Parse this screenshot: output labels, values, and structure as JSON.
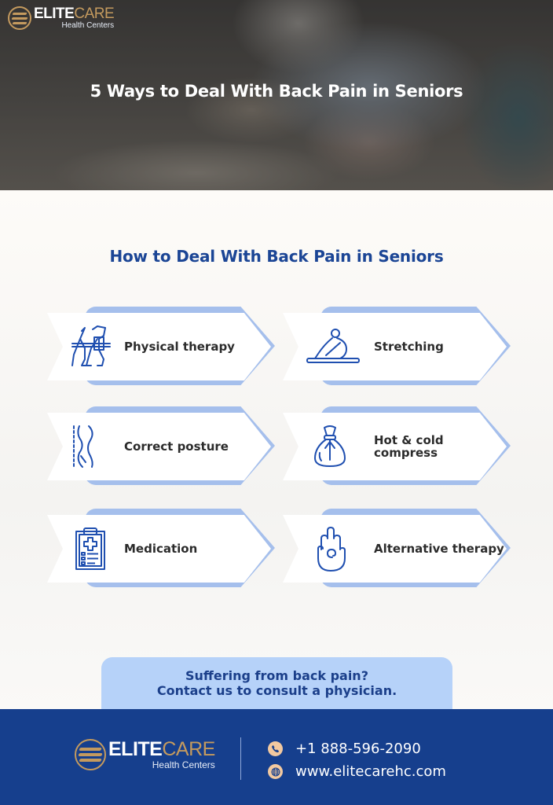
{
  "brand": {
    "name_part1": "ELITE",
    "name_part2": "CARE",
    "tagline": "Health Centers",
    "colors": {
      "gold": "#c49a5e",
      "navy": "#163f8d",
      "title_blue": "#1b4595",
      "card_back": "#a5bfec",
      "cta_bg": "#b6d2f9"
    }
  },
  "hero": {
    "title": "5 Ways to Deal With Back Pain in Seniors",
    "image": "senior-woman-holding-lower-back-on-sofa"
  },
  "main": {
    "section_title": "How to Deal With Back Pain in Seniors",
    "cards": [
      {
        "label": "Physical therapy",
        "icon": "physical-therapy-icon"
      },
      {
        "label": "Stretching",
        "icon": "stretching-icon"
      },
      {
        "label": "Correct posture",
        "icon": "posture-icon"
      },
      {
        "label": "Hot & cold compress",
        "icon": "compress-bag-icon"
      },
      {
        "label": "Medication",
        "icon": "medical-clipboard-icon"
      },
      {
        "label": "Alternative therapy",
        "icon": "hand-spiral-icon"
      }
    ]
  },
  "cta": {
    "line1": "Suffering from back pain?",
    "line2": "Contact us to consult a physician."
  },
  "footer": {
    "phone": "+1 888-596-2090",
    "website": "www.elitecarehc.com",
    "phone_icon": "phone-icon",
    "web_icon": "globe-icon"
  }
}
